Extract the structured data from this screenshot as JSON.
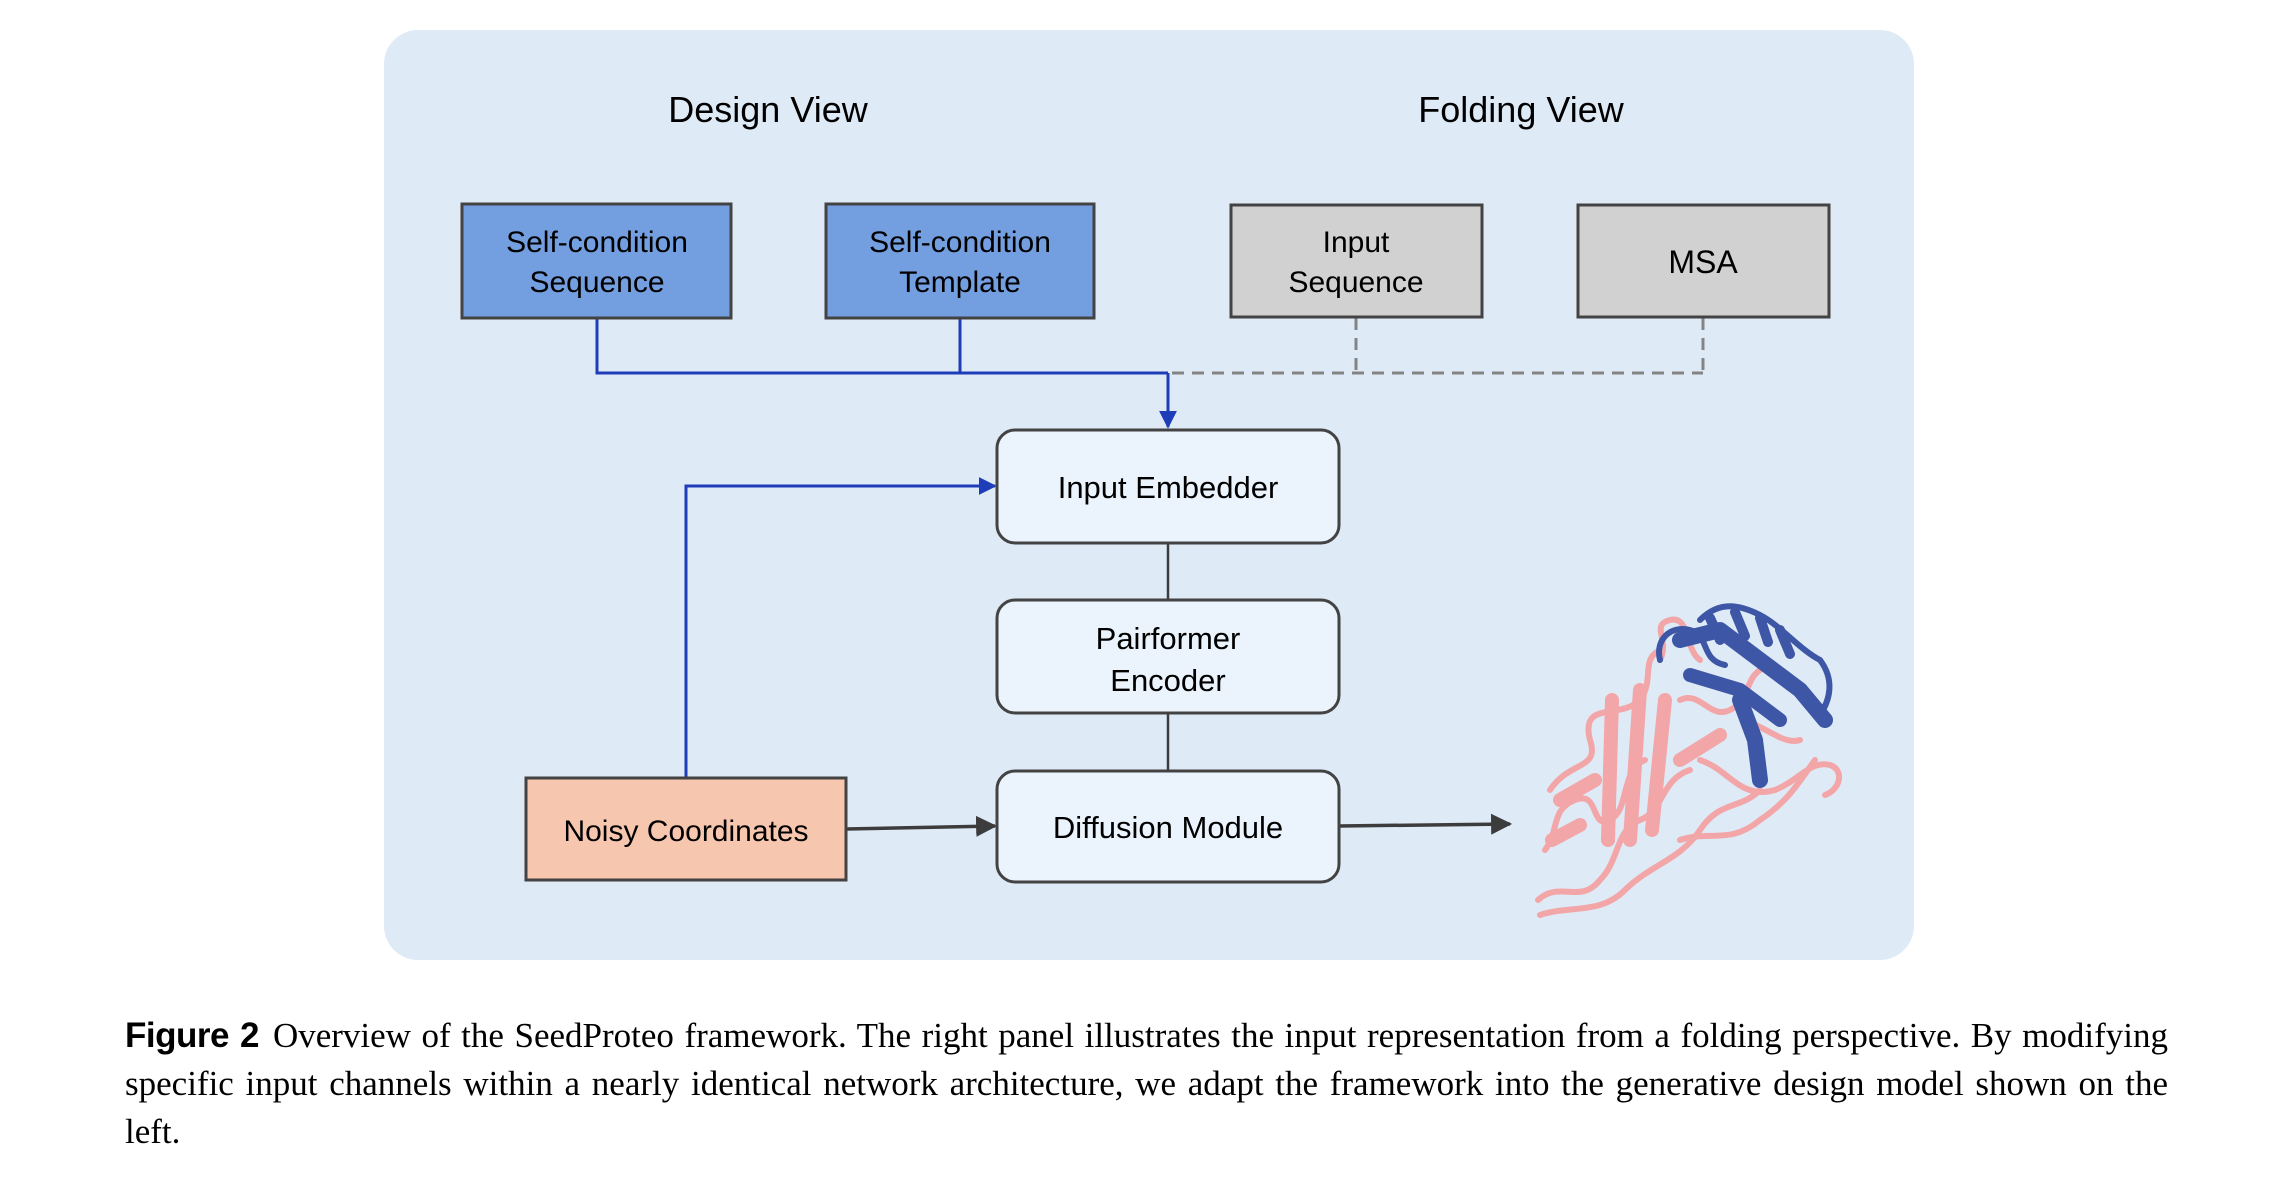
{
  "colors": {
    "panel_bg": "#dfeaf7",
    "design_box": "#739ee0",
    "folding_box": "#d1d1d1",
    "noisy_box": "#f7c6ae",
    "module_box": "#ebf3fc",
    "box_border": "#434343",
    "blue_arrow": "#1f3db8",
    "gray_dashed": "#848484",
    "dark_arrow": "#3c3c3c",
    "protein_pink": "#f2a6a8",
    "protein_blue": "#3e56a6"
  },
  "diagram": {
    "headings": {
      "design_view": "Design View",
      "folding_view": "Folding View"
    },
    "design_inputs": [
      {
        "line1": "Self-condition",
        "line2": "Sequence"
      },
      {
        "line1": "Self-condition",
        "line2": "Template"
      }
    ],
    "folding_inputs": [
      {
        "line1": "Input",
        "line2": "Sequence"
      },
      {
        "line1": "MSA",
        "line2": ""
      }
    ],
    "modules": {
      "input_embedder": "Input Embedder",
      "pairformer_line1": "Pairformer",
      "pairformer_line2": "Encoder",
      "diffusion": "Diffusion Module"
    },
    "noisy_coordinates": "Noisy Coordinates",
    "output_image": "protein-structure"
  },
  "caption": {
    "label": "Figure 2",
    "text": "Overview of the SeedProteo framework. The right panel illustrates the input representation from a folding perspective.  By modifying specific input channels within a nearly identical network architecture, we adapt the framework into the generative design model shown on the left."
  }
}
